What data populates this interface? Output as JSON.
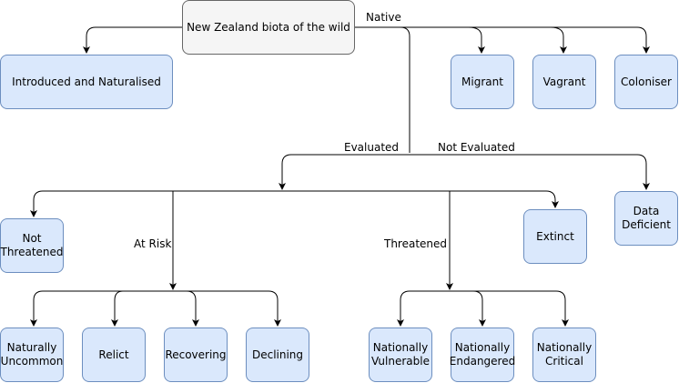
{
  "diagram": {
    "nodes": {
      "root": "New Zealand biota of the wild",
      "introduced": "Introduced and Naturalised",
      "migrant": "Migrant",
      "vagrant": "Vagrant",
      "coloniser": "Coloniser",
      "not_threatened": "Not\nThreatened",
      "extinct": "Extinct",
      "data_deficient": "Data\nDeficient",
      "naturally_uncommon": "Naturally\nUncommon",
      "relict": "Relict",
      "recovering": "Recovering",
      "declining": "Declining",
      "nationally_vulnerable": "Nationally\nVulnerable",
      "nationally_endangered": "Nationally\nEndangered",
      "nationally_critical": "Nationally\nCritical"
    },
    "edge_labels": {
      "native": "Native",
      "evaluated": "Evaluated",
      "not_evaluated": "Not Evaluated",
      "at_risk": "At Risk",
      "threatened": "Threatened"
    },
    "colors": {
      "node_fill": "#dae8fc",
      "node_stroke": "#6c8ebf",
      "root_fill": "#f5f5f5",
      "root_stroke": "#666666",
      "edge": "#000000"
    }
  }
}
